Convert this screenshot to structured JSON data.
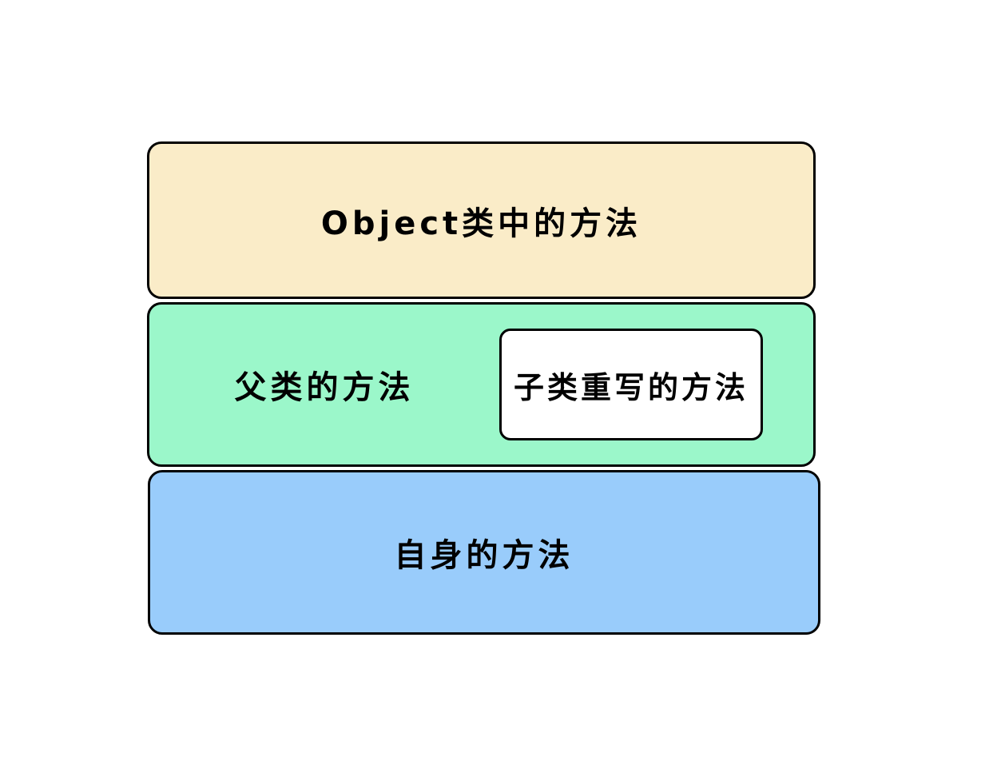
{
  "diagram": {
    "description": "Stacked diagram of method sources for a class instance",
    "colors": {
      "background": "#FFFFFF",
      "border": "#000000",
      "text": "#000000",
      "object_layer_fill": "#FAECC8",
      "parent_layer_fill": "#9BF7CA",
      "inner_box_fill": "#FFFFFF",
      "self_layer_fill": "#99CCFB"
    },
    "layers": [
      {
        "id": "object-methods",
        "label": "Object类中的方法"
      },
      {
        "id": "parent-methods",
        "label": "父类的方法",
        "inner": {
          "id": "subclass-overridden-methods",
          "label": "子类重写的方法"
        }
      },
      {
        "id": "self-methods",
        "label": "自身的方法"
      }
    ]
  }
}
